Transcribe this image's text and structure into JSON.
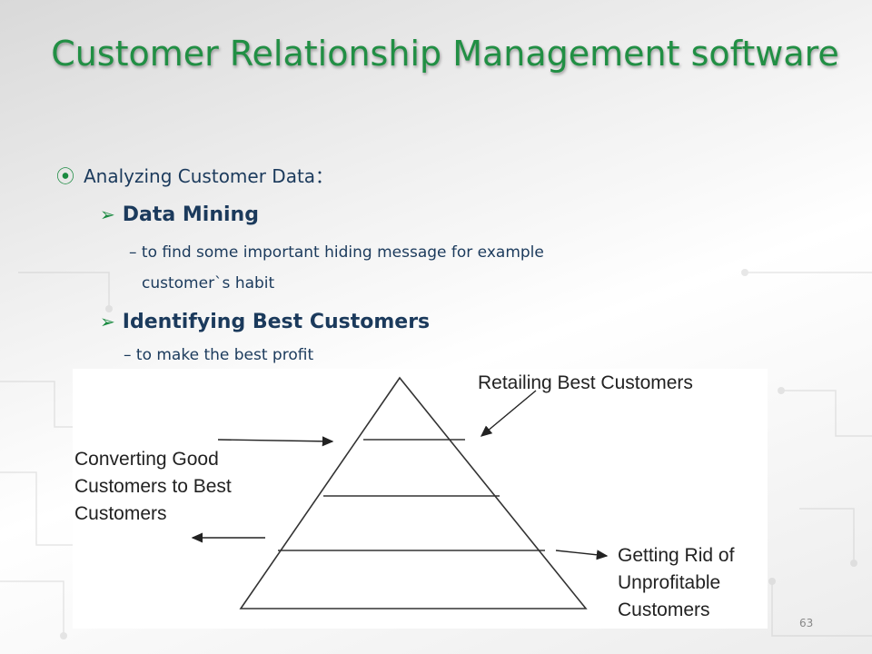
{
  "slide": {
    "title": "Customer Relationship  Management software",
    "bullet": {
      "marker_icon": "target-bullet-icon",
      "text": "Analyzing Customer Data："
    },
    "sub_items": [
      {
        "marker_icon": "arrow-bullet-icon",
        "title": "Data Mining",
        "desc_line1": "– to find some important hiding message  for example",
        "desc_line2": "customer`s habit"
      },
      {
        "marker_icon": "arrow-bullet-icon",
        "title": "Identifying Best Customers",
        "desc_line1": "– to make the best profit"
      }
    ],
    "page_number": "63"
  },
  "diagram": {
    "labels": {
      "top_right": "Retailing Best Customers",
      "left_1": "Converting Good",
      "left_2": "Customers to Best",
      "left_3": "Customers",
      "right_1": "Getting Rid of",
      "right_2": "Unprofitable",
      "right_3": "Customers"
    }
  },
  "colors": {
    "title": "#218f44",
    "body_text": "#1b3a5c",
    "bullet_marker": "#1a8a40"
  }
}
